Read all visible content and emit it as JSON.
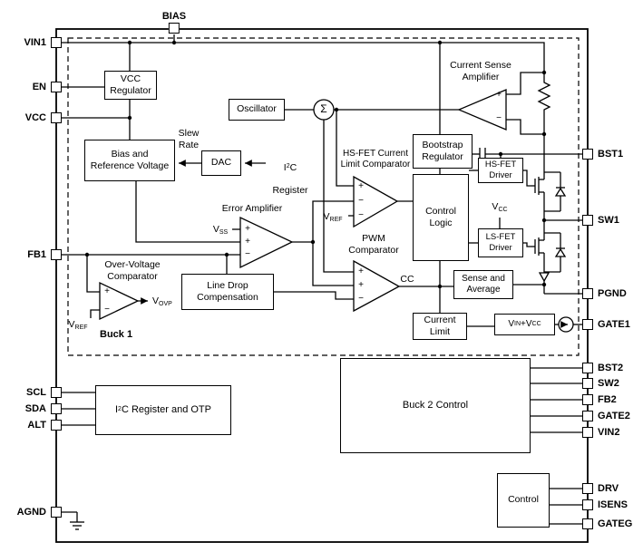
{
  "diagram": {
    "buck1_label": "Buck 1"
  },
  "pins": {
    "vin1": "VIN1",
    "en": "EN",
    "vcc": "VCC",
    "fb1": "FB1",
    "scl": "SCL",
    "sda": "SDA",
    "alt": "ALT",
    "agnd": "AGND",
    "bias": "BIAS",
    "bst1": "BST1",
    "sw1": "SW1",
    "pgnd": "PGND",
    "gate1": "GATE1",
    "bst2": "BST2",
    "sw2": "SW2",
    "fb2": "FB2",
    "gate2": "GATE2",
    "vin2": "VIN2",
    "drv": "DRV",
    "isens": "ISENS",
    "gateg": "GATEG"
  },
  "blocks": {
    "vcc_regulator": "VCC\nRegulator",
    "oscillator": "Oscillator",
    "bias_reference": "Bias and\nReference Voltage",
    "dac": "DAC",
    "bootstrap_regulator": "Bootstrap\nRegulator",
    "control_logic": "Control\nLogic",
    "hs_fet_driver": "HS-FET\nDriver",
    "ls_fet_driver": "LS-FET\nDriver",
    "sense_and_average": "Sense and\nAverage",
    "current_limit": "Current\nLimit",
    "line_drop_compensation": "Line Drop\nCompensation",
    "buck2_control": "Buck 2 Control",
    "control": "Control"
  },
  "labels": {
    "current_sense_amplifier": "Current Sense\nAmplifier",
    "hs_fet_current_limit_comparator": "HS-FET Current\nLimit Comparator",
    "error_amplifier": "Error Amplifier",
    "pwm_comparator": "PWM\nComparator",
    "over_voltage_comparator": "Over-Voltage\nComparator",
    "slew_rate": "Slew\nRate",
    "cc": "CC",
    "sigma": "Σ",
    "plus": "+",
    "minus": "−"
  },
  "sub_labels": {
    "vref": {
      "base": "V",
      "sub": "REF"
    },
    "vss": {
      "base": "V",
      "sub": "SS"
    },
    "vovp": {
      "base": "V",
      "sub": "OVP"
    },
    "vcc": {
      "base": "V",
      "sub": "CC"
    },
    "vin": {
      "base": "V",
      "sub": "IN"
    },
    "plus_joiner": " + ",
    "i2c": {
      "pre": "I",
      "sup": "2",
      "post": "C"
    },
    "i2c_register_line2": "Register",
    "i2c_otp_post": "C Register and OTP"
  },
  "colors": {
    "ink": "#000000",
    "background": "#ffffff"
  }
}
